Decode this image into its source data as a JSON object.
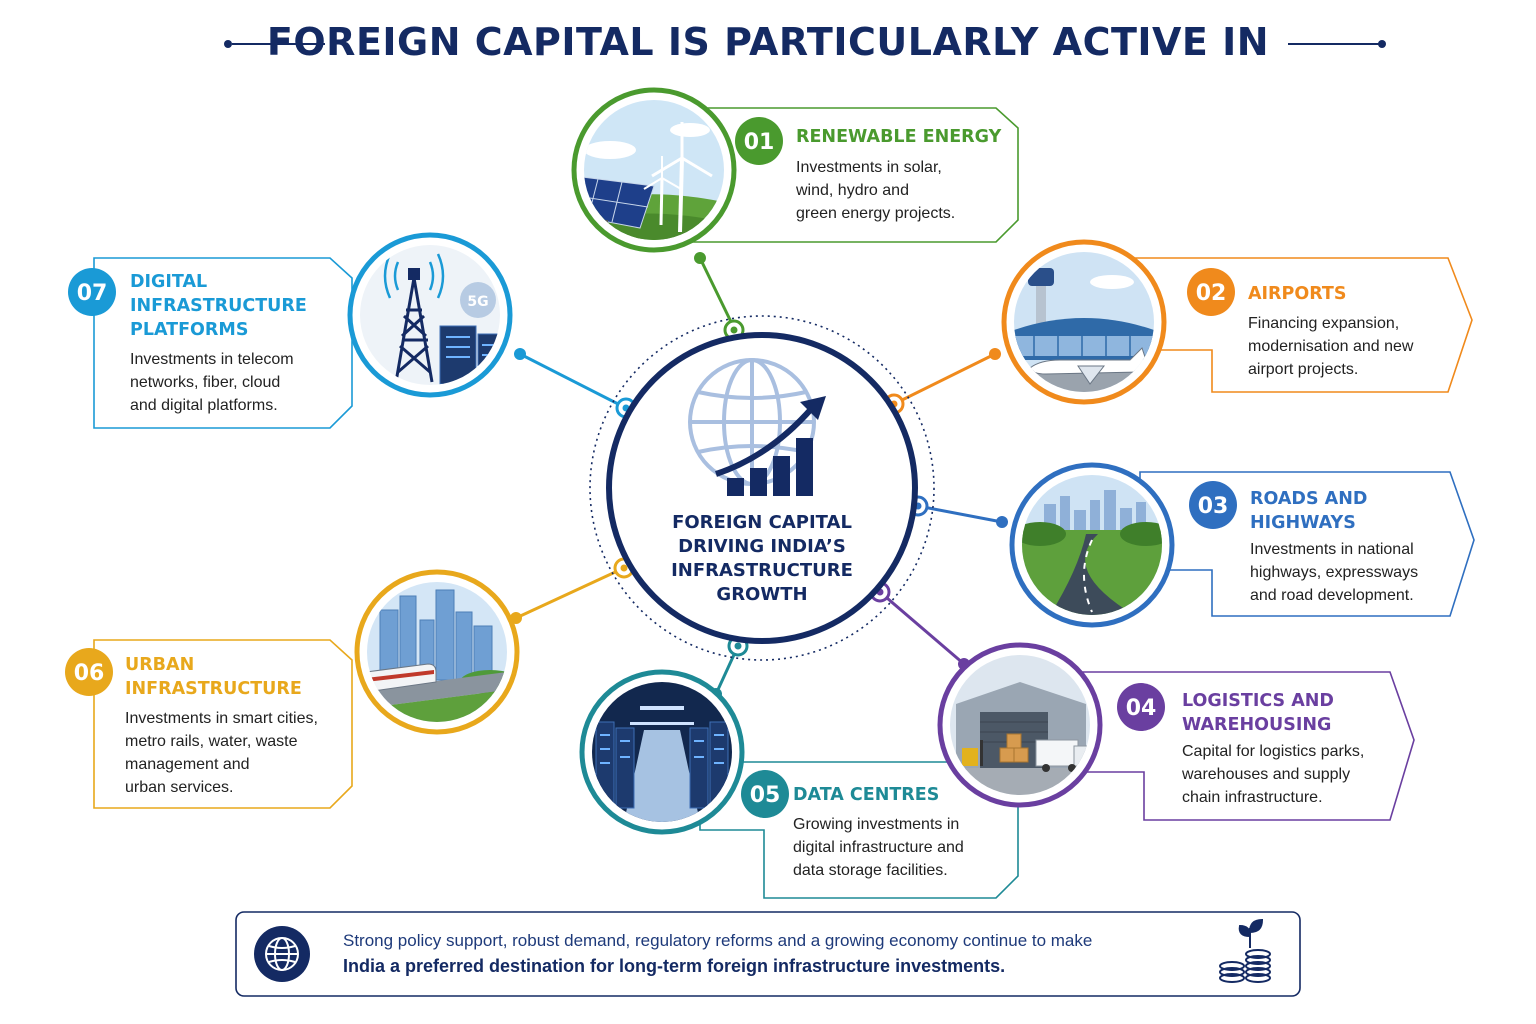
{
  "title": "FOREIGN CAPITAL IS PARTICULARLY ACTIVE IN",
  "center": {
    "lines": [
      "FOREIGN CAPITAL",
      "DRIVING INDIA’S",
      "INFRASTRUCTURE",
      "GROWTH"
    ],
    "icon": "globe-growth-chart-icon"
  },
  "sectors": [
    {
      "number": "01",
      "title_lines": [
        "RENEWABLE ENERGY"
      ],
      "desc_lines": [
        "Investments in solar,",
        "wind, hydro and",
        "green energy projects."
      ],
      "color": "#4a9a2e",
      "icon": "solar-wind-icon"
    },
    {
      "number": "02",
      "title_lines": [
        "AIRPORTS"
      ],
      "desc_lines": [
        "Financing expansion,",
        "modernisation and new",
        "airport projects."
      ],
      "color": "#f08a1c",
      "icon": "airport-icon"
    },
    {
      "number": "03",
      "title_lines": [
        "ROADS AND",
        "HIGHWAYS"
      ],
      "desc_lines": [
        "Investments in national",
        "highways, expressways",
        "and road development."
      ],
      "color": "#2f6fc0",
      "icon": "highway-icon"
    },
    {
      "number": "04",
      "title_lines": [
        "LOGISTICS AND",
        "WAREHOUSING"
      ],
      "desc_lines": [
        "Capital for logistics parks,",
        "warehouses and supply",
        "chain infrastructure."
      ],
      "color": "#6a3fa0",
      "icon": "warehouse-icon"
    },
    {
      "number": "05",
      "title_lines": [
        "DATA CENTRES"
      ],
      "desc_lines": [
        "Growing investments in",
        "digital infrastructure and",
        "data storage facilities."
      ],
      "color": "#1e8a96",
      "icon": "server-room-icon"
    },
    {
      "number": "06",
      "title_lines": [
        "URBAN",
        "INFRASTRUCTURE"
      ],
      "desc_lines": [
        "Investments in smart cities,",
        "metro rails, water, waste",
        "management and",
        "urban services."
      ],
      "color": "#e8a81c",
      "icon": "city-metro-icon"
    },
    {
      "number": "07",
      "title_lines": [
        "DIGITAL",
        "INFRASTRUCTURE",
        "PLATFORMS"
      ],
      "desc_lines": [
        "Investments in telecom",
        "networks, fiber, cloud",
        "and digital platforms."
      ],
      "color": "#1a9ad6",
      "icon": "telecom-tower-icon"
    }
  ],
  "tower_badge": "5G",
  "footer": {
    "line1": "Strong policy support, robust demand, regulatory reforms and a growing economy continue to make",
    "line2": "India a preferred destination for long-term foreign infrastructure investments.",
    "left_icon": "globe-icon",
    "right_icon": "coins-plant-icon"
  },
  "colors": {
    "navy": "#142a63"
  }
}
